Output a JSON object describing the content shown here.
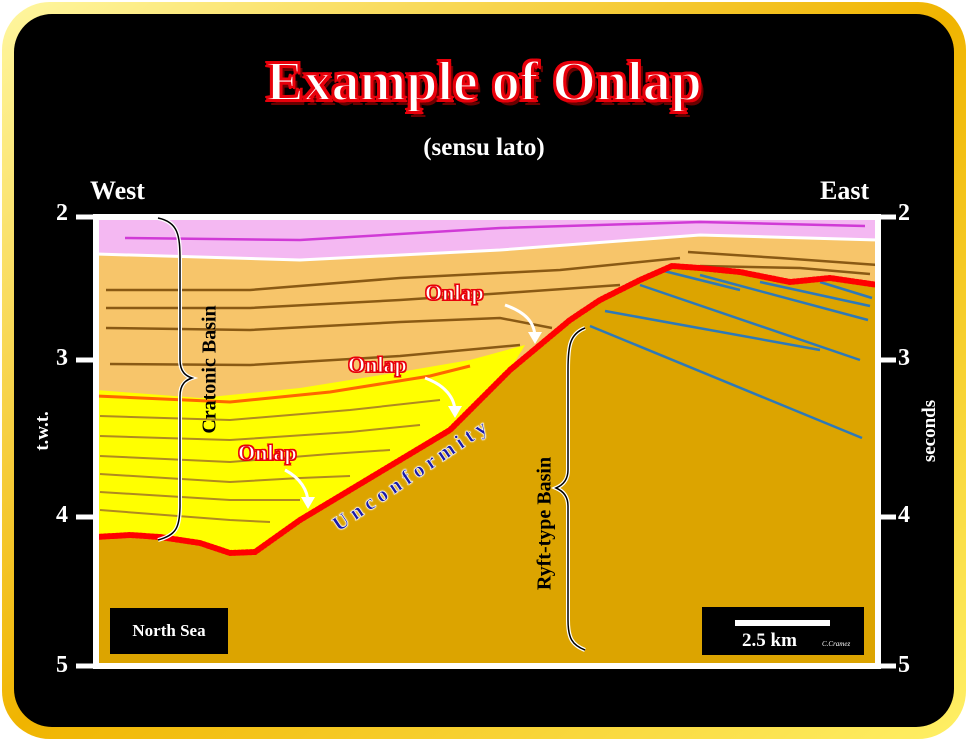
{
  "title": "Example of Onlap",
  "subtitle": "(sensu lato)",
  "direction": {
    "left": "West",
    "right": "East"
  },
  "axis": {
    "left_label": "t.w.t.",
    "right_label": "seconds",
    "ticks": [
      "2",
      "3",
      "4",
      "5"
    ]
  },
  "labels": {
    "cratonic_basin": "Cratonic Basin",
    "rift_basin": "Ryft-type Basin",
    "unconformity": "Unconformity",
    "onlap": [
      "Onlap",
      "Onlap",
      "Onlap"
    ]
  },
  "location_box": "North Sea",
  "scale_bar": {
    "label": "2.5 km",
    "credit": "C.Cramez"
  },
  "colors": {
    "frame_gold": "#f5c518",
    "background": "#000000",
    "pink_layer": "#f4b8f2",
    "orange_layer": "#f7c56a",
    "yellow_layer": "#ffff00",
    "basement": "#dca400",
    "unconformity": "#ff0000",
    "dip_lines": "#2e79b8"
  }
}
